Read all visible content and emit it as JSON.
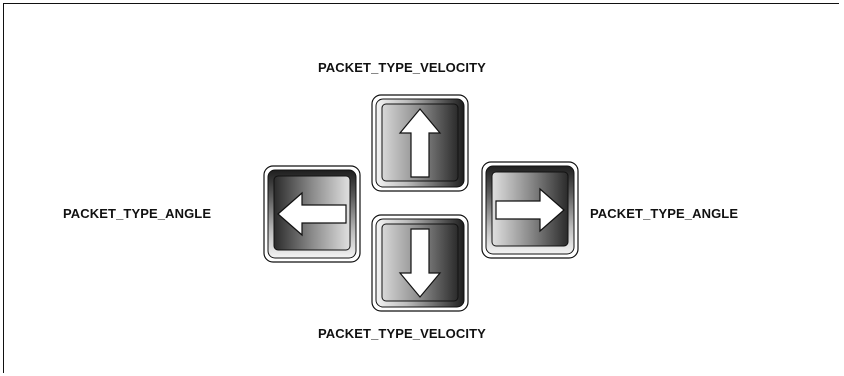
{
  "labels": {
    "top": "PACKET_TYPE_VELOCITY",
    "bottom": "PACKET_TYPE_VELOCITY",
    "left": "PACKET_TYPE_ANGLE",
    "right": "PACKET_TYPE_ANGLE"
  },
  "keys": [
    {
      "id": "up",
      "icon": "arrow-up-icon",
      "direction": "up"
    },
    {
      "id": "down",
      "icon": "arrow-down-icon",
      "direction": "down"
    },
    {
      "id": "left",
      "icon": "arrow-left-icon",
      "direction": "left"
    },
    {
      "id": "right",
      "icon": "arrow-right-icon",
      "direction": "right"
    }
  ],
  "colors": {
    "outline": "#111111",
    "key_dark": "#2a2a2a",
    "key_light": "#f2f2f2",
    "arrow_fill": "#ffffff"
  }
}
